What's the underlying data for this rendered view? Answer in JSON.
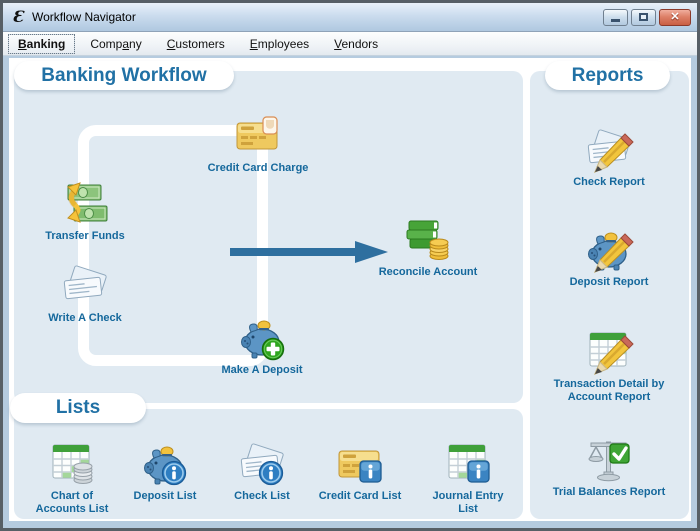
{
  "window": {
    "title": "Workflow Navigator",
    "app_icon_glyph": "Ɛ",
    "controls": [
      "minimize",
      "maximize",
      "close"
    ]
  },
  "menu": {
    "items": [
      {
        "id": "banking",
        "label": "Banking",
        "underline": 0,
        "active": true
      },
      {
        "id": "company",
        "label": "Company",
        "underline": 4,
        "active": false
      },
      {
        "id": "customers",
        "label": "Customers",
        "underline": 0,
        "active": false
      },
      {
        "id": "employees",
        "label": "Employees",
        "underline": 0,
        "active": false
      },
      {
        "id": "vendors",
        "label": "Vendors",
        "underline": 0,
        "active": false
      }
    ]
  },
  "sections": {
    "banking": {
      "title": "Banking Workflow"
    },
    "reports": {
      "title": "Reports"
    },
    "lists": {
      "title": "Lists"
    }
  },
  "workflow_items": [
    {
      "id": "credit-card-charge",
      "label": "Credit Card Charge",
      "icon": "credit-card-icon"
    },
    {
      "id": "transfer-funds",
      "label": "Transfer Funds",
      "icon": "transfer-funds-icon"
    },
    {
      "id": "write-a-check",
      "label": "Write A Check",
      "icon": "write-check-icon"
    },
    {
      "id": "make-a-deposit",
      "label": "Make A Deposit",
      "icon": "make-deposit-icon"
    },
    {
      "id": "reconcile-account",
      "label": "Reconcile Account",
      "icon": "reconcile-icon"
    }
  ],
  "report_items": [
    {
      "id": "check-report",
      "label": "Check Report",
      "icon": "check-report-icon"
    },
    {
      "id": "deposit-report",
      "label": "Deposit Report",
      "icon": "deposit-report-icon"
    },
    {
      "id": "transaction-detail",
      "label": "Transaction Detail by Account Report",
      "icon": "transaction-report-icon"
    },
    {
      "id": "trial-balances",
      "label": "Trial Balances Report",
      "icon": "trial-balances-icon"
    }
  ],
  "list_items": [
    {
      "id": "chart-of-accounts",
      "label": "Chart of Accounts List",
      "icon": "chart-accounts-icon"
    },
    {
      "id": "deposit-list",
      "label": "Deposit List",
      "icon": "deposit-list-icon"
    },
    {
      "id": "check-list",
      "label": "Check List",
      "icon": "check-list-icon"
    },
    {
      "id": "credit-card-list",
      "label": "Credit Card List",
      "icon": "credit-card-list-icon"
    },
    {
      "id": "journal-entry-list",
      "label": "Journal Entry List",
      "icon": "journal-list-icon"
    }
  ],
  "colors": {
    "label_blue": "#15689C",
    "pill_title_blue": "#2171A5",
    "arrow_blue": "#2E6F9F",
    "panel_bg": "#E0EAF2",
    "frame_fill": "#B5CBDF",
    "close_red": "#C95F44"
  }
}
